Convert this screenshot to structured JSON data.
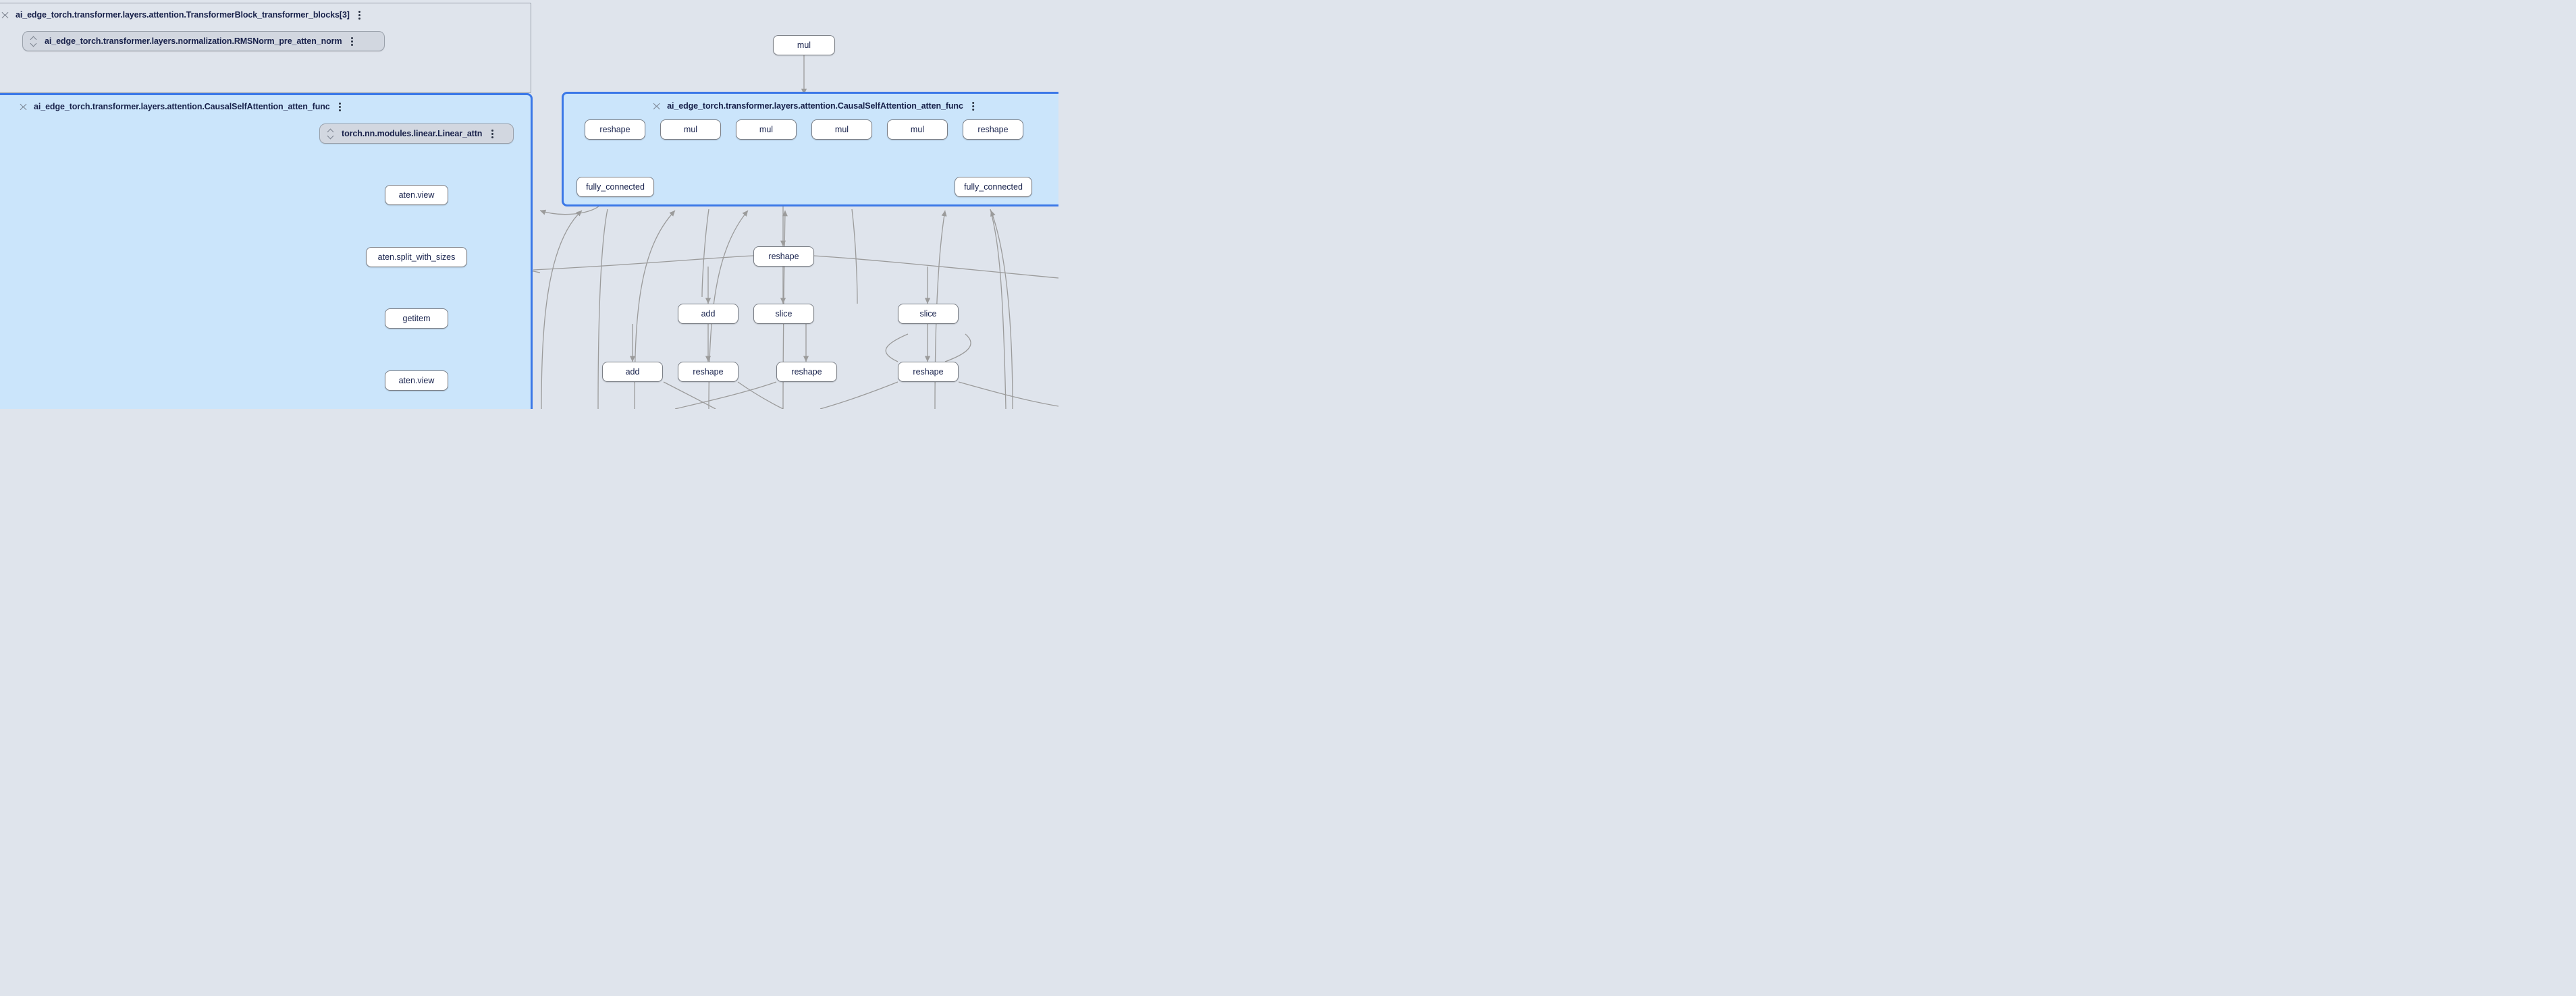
{
  "canvas": {
    "background_color": "#dfe4ec",
    "selected_group_fill": "#cbe5fb",
    "selected_group_border": "#3b78e7",
    "plain_group_fill": "#dfe4ec",
    "plain_group_border": "#9aa1ab",
    "node_fill": "#ffffff",
    "node_border": "#7b7f86",
    "node_text_color": "#16204b",
    "edge_color": "#9b9b9b"
  },
  "groups": {
    "transformer_block": {
      "label": "ai_edge_torch.transformer.layers.attention.TransformerBlock_transformer_blocks[3]",
      "collapse_icon": "collapse-chevrons-icon",
      "more_icon": "more-vertical-icon"
    },
    "atten_func_left": {
      "label": "ai_edge_torch.transformer.layers.attention.CausalSelfAttention_atten_func",
      "collapse_icon": "collapse-chevrons-icon",
      "more_icon": "more-vertical-icon"
    },
    "atten_func_right": {
      "label": "ai_edge_torch.transformer.layers.attention.CausalSelfAttention_atten_func",
      "collapse_icon": "collapse-chevrons-icon",
      "more_icon": "more-vertical-icon"
    }
  },
  "pills": [
    {
      "id": "rmsnorm_pre_atten_norm",
      "label": "ai_edge_torch.transformer.layers.normalization.RMSNorm_pre_atten_norm",
      "expand_icon": "expand-chevrons-icon",
      "more_icon": "more-vertical-icon"
    },
    {
      "id": "linear_attn",
      "label": "torch.nn.modules.linear.Linear_attn",
      "expand_icon": "expand-chevrons-icon",
      "more_icon": "more-vertical-icon"
    }
  ],
  "nodes": [
    {
      "id": "n_left_view_1",
      "label": "aten.view"
    },
    {
      "id": "n_left_split",
      "label": "aten.split_with_sizes"
    },
    {
      "id": "n_left_getitem",
      "label": "getitem"
    },
    {
      "id": "n_left_view_2",
      "label": "aten.view"
    },
    {
      "id": "n_top_mul",
      "label": "mul"
    },
    {
      "id": "n_r_reshape_a",
      "label": "reshape"
    },
    {
      "id": "n_r_mul_1",
      "label": "mul"
    },
    {
      "id": "n_r_mul_2",
      "label": "mul"
    },
    {
      "id": "n_r_mul_3",
      "label": "mul"
    },
    {
      "id": "n_r_mul_4",
      "label": "mul"
    },
    {
      "id": "n_r_reshape_b",
      "label": "reshape"
    },
    {
      "id": "n_r_fc_left",
      "label": "fully_connected"
    },
    {
      "id": "n_r_fc_right",
      "label": "fully_connected"
    },
    {
      "id": "n_mid_reshape",
      "label": "reshape"
    },
    {
      "id": "n_mid_add",
      "label": "add"
    },
    {
      "id": "n_mid_slice_1",
      "label": "slice"
    },
    {
      "id": "n_mid_slice_2",
      "label": "slice"
    },
    {
      "id": "n_bot_add",
      "label": "add"
    },
    {
      "id": "n_bot_reshape_1",
      "label": "reshape"
    },
    {
      "id": "n_bot_reshape_2",
      "label": "reshape"
    },
    {
      "id": "n_bot_reshape_3",
      "label": "reshape"
    }
  ]
}
